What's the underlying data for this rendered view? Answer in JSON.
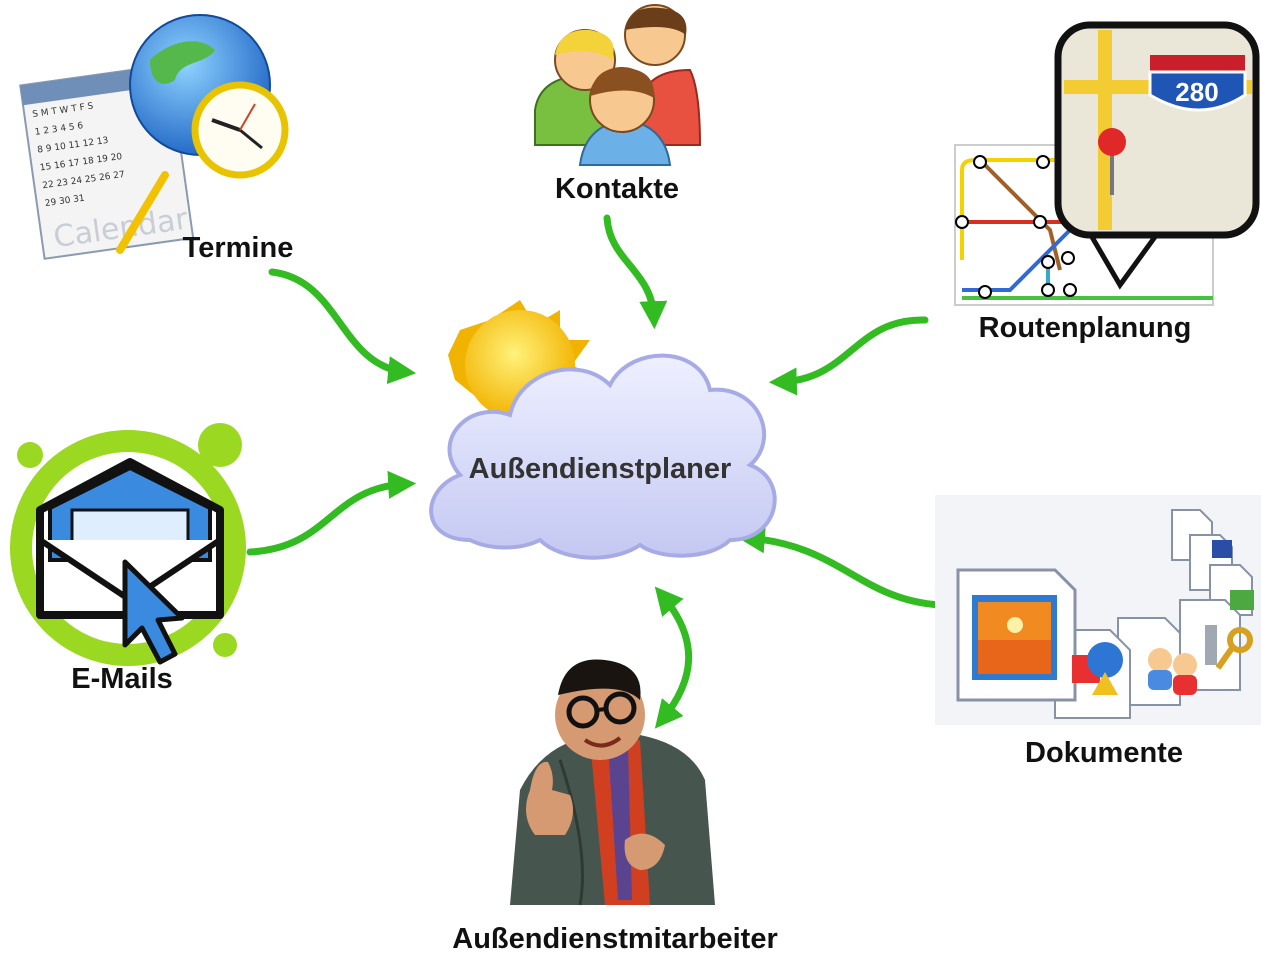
{
  "diagram": {
    "center": {
      "label": "Außendienstplaner",
      "icon": "sun-cloud-icon"
    },
    "nodes": {
      "termine": {
        "label": "Termine",
        "icon": "calendar-globe-clock-icon",
        "calendar_text": "Calendar",
        "weekday_letters": "S M T W T F S",
        "calendar_days": [
          "1 2 3 4 5 6",
          "8 9 10 11 12 13",
          "15 16 17 18 19 20",
          "22 23 24 25 26 27",
          "29 30 31"
        ]
      },
      "kontakte": {
        "label": "Kontakte",
        "icon": "contacts-people-icon"
      },
      "routenplanung": {
        "label": "Routenplanung",
        "icon": "map-pin-icon",
        "highway_number": "280"
      },
      "emails": {
        "label": "E-Mails",
        "icon": "email-envelope-icon"
      },
      "dokumente": {
        "label": "Dokumente",
        "icon": "documents-icon"
      },
      "aussendienstmitarbeiter": {
        "label": "Außendienstmitarbeiter",
        "icon": "salesman-photo-icon"
      }
    },
    "colors": {
      "arrow": "#33bb22",
      "cloud": "#d7d9f7",
      "sun": "#ffcc22",
      "email_ring": "#99dd22"
    }
  }
}
